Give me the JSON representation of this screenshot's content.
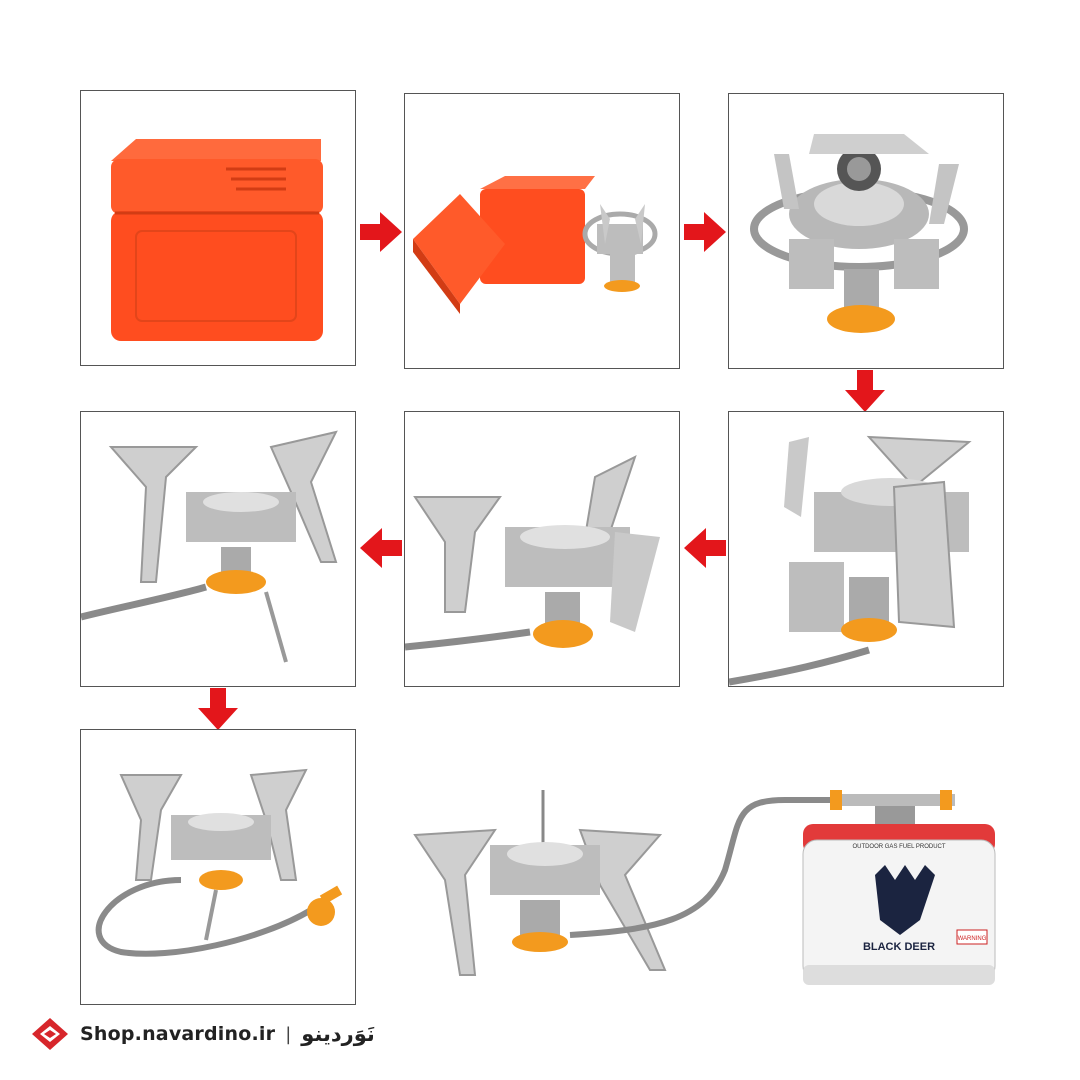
{
  "colors": {
    "arrow": "#e3161b",
    "case": "#ff4d1f",
    "steel": "#c9c9c9",
    "brass": "#f39a1e",
    "logo": "#d7262b"
  },
  "footer": {
    "logo_icon": "navardino-diamond-logo",
    "site": "Shop.navardino.ir",
    "separator": "|",
    "brand": "نَوَردینو"
  },
  "canister": {
    "brand": "BLACK DEER",
    "band_text": "OUTDOOR GAS FUEL PRODUCT",
    "warning": "WARNING"
  }
}
